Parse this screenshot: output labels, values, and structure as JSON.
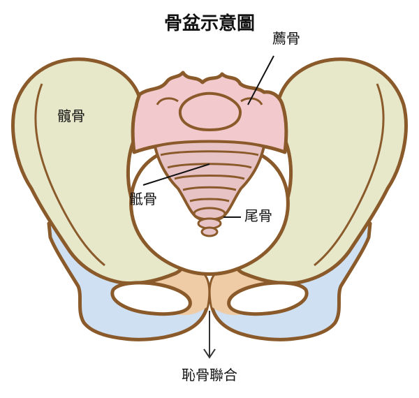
{
  "title": "骨盆示意圖",
  "labels": {
    "sacrum": "薦骨",
    "ilium": "髖骨",
    "sacral_vertebrae": "骶骨",
    "coccyx": "尾骨",
    "pubic_symphysis": "恥骨聯合"
  },
  "colors": {
    "ilium_fill": "#e6e8c9",
    "sacrum_fill": "#f2c9cc",
    "lower_sacrum_fill": "#e8c3c5",
    "pubis_fill": "#cfe0f2",
    "joint_fill": "#efcba6",
    "outline": "#8a5a2b"
  }
}
